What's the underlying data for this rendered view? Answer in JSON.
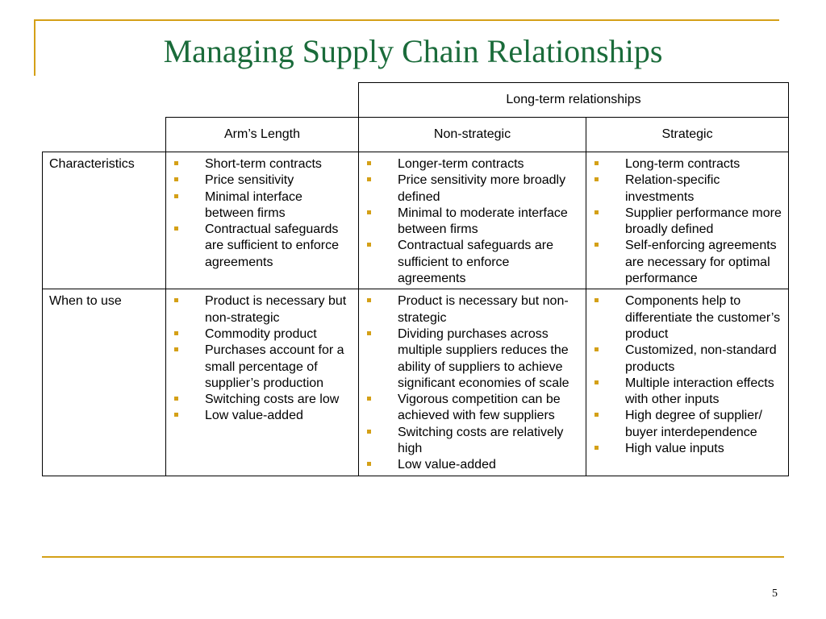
{
  "slide": {
    "title": "Managing Supply Chain Relationships",
    "page_number": "5"
  },
  "colors": {
    "title": "#1a6b3a",
    "accent": "#d4a017"
  },
  "table": {
    "group_header": "Long-term relationships",
    "column_headers": [
      "Arm’s Length",
      "Non-strategic",
      "Strategic"
    ],
    "rows": [
      {
        "label": "Characteristics",
        "cells": [
          [
            "Short-term contracts",
            "Price sensitivity",
            "Minimal interface between firms",
            "Contractual safeguards are sufficient to enforce agreements"
          ],
          [
            "Longer-term contracts",
            "Price sensitivity more broadly defined",
            "Minimal to moderate interface between firms",
            "Contractual safeguards are sufficient to enforce agreements"
          ],
          [
            "Long-term contracts",
            "Relation-specific investments",
            "Supplier performance more broadly defined",
            "Self-enforcing agreements are necessary for optimal performance"
          ]
        ]
      },
      {
        "label": "When to use",
        "cells": [
          [
            "Product is necessary but non-strategic",
            "Commodity product",
            "Purchases account for a small percentage of supplier’s production",
            "Switching costs are low",
            "Low value-added"
          ],
          [
            "Product is necessary but non-strategic",
            "Dividing purchases across multiple suppliers reduces the ability of suppliers to achieve significant economies of scale",
            "Vigorous competition can be achieved with few suppliers",
            "Switching costs are relatively high",
            "Low value-added"
          ],
          [
            "Components help to differentiate the customer’s product",
            "Customized, non-standard products",
            "Multiple interaction effects with other inputs",
            "High degree of supplier/ buyer interdependence",
            "High value inputs"
          ]
        ]
      }
    ]
  }
}
